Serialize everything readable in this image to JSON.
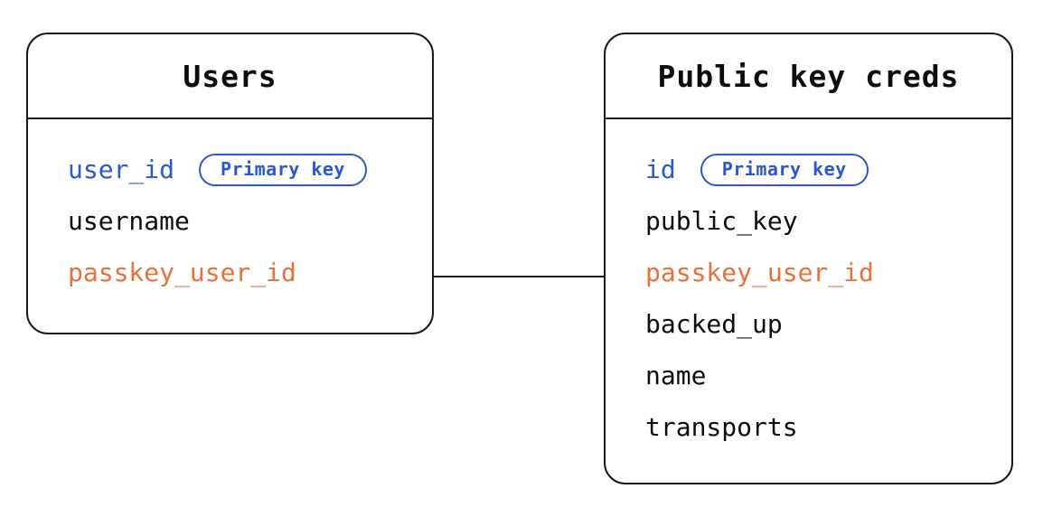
{
  "diagram": {
    "colors": {
      "primary_key_blue": "#2b57d0",
      "foreign_key_orange": "#e9703a",
      "text_ink": "#0d0d0d",
      "stroke": "#1a1a1a",
      "background": "#ffffff"
    },
    "tables": [
      {
        "title": "Users",
        "fields": [
          {
            "label": "user_id",
            "role": "primary",
            "badge": "Primary key"
          },
          {
            "label": "username",
            "role": "default"
          },
          {
            "label": "passkey_user_id",
            "role": "foreign"
          }
        ]
      },
      {
        "title": "Public key creds",
        "fields": [
          {
            "label": "id",
            "role": "primary",
            "badge": "Primary key"
          },
          {
            "label": "public_key",
            "role": "default"
          },
          {
            "label": "passkey_user_id",
            "role": "foreign"
          },
          {
            "label": "backed_up",
            "role": "default"
          },
          {
            "label": "name",
            "role": "default"
          },
          {
            "label": "transports",
            "role": "default"
          }
        ]
      }
    ],
    "relationship": {
      "from": "Users.passkey_user_id",
      "to": "Public key creds.passkey_user_id"
    }
  }
}
